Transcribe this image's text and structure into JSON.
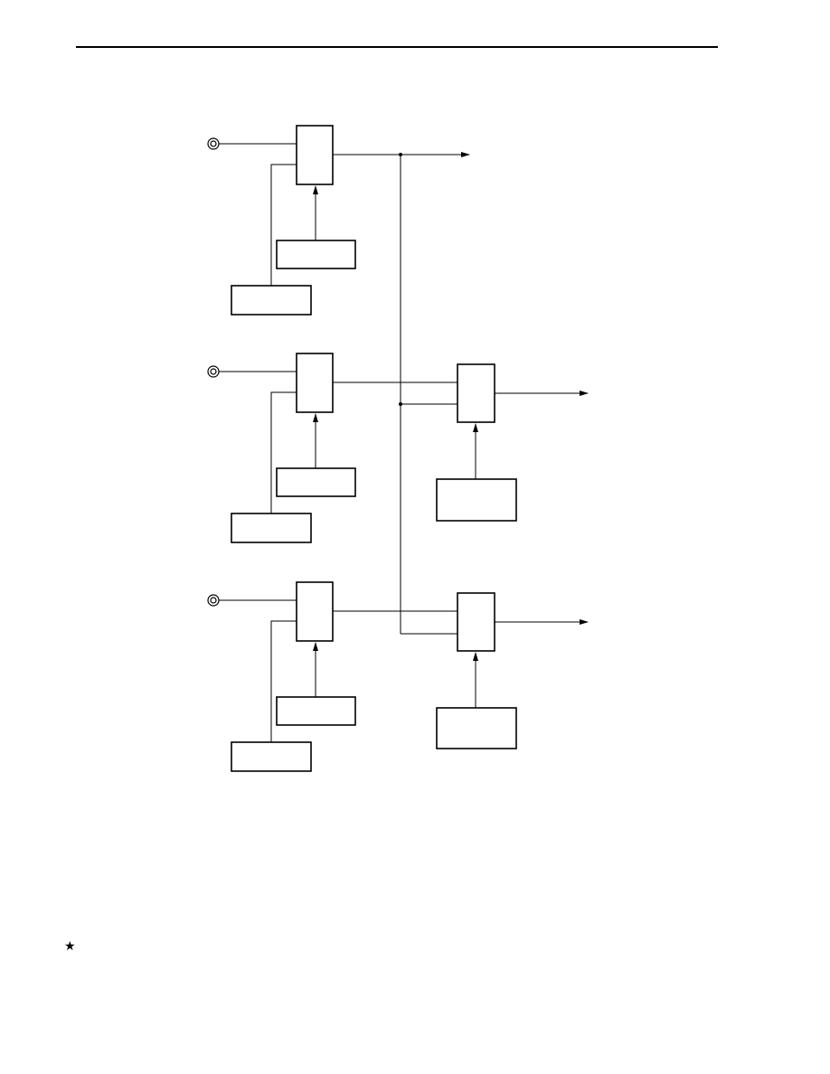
{
  "page": {
    "background": "#ffffff",
    "line_color": "#000000"
  },
  "diagram": {
    "channels": [
      {
        "id": "channel-1",
        "input_terminal": "double-circle-terminal",
        "block": "block",
        "upper_box": "box",
        "lower_box": "box"
      },
      {
        "id": "channel-2",
        "input_terminal": "double-circle-terminal",
        "block": "block",
        "upper_box": "box",
        "lower_box": "box"
      },
      {
        "id": "channel-3",
        "input_terminal": "double-circle-terminal",
        "block": "block",
        "upper_box": "box",
        "lower_box": "box"
      }
    ],
    "combiners": [
      {
        "id": "combiner-1",
        "block": "block",
        "control_box": "box"
      },
      {
        "id": "combiner-2",
        "block": "block",
        "control_box": "box"
      }
    ],
    "outputs": [
      "arrow-right-icon",
      "arrow-right-icon",
      "arrow-right-icon"
    ]
  },
  "margin_mark": {
    "glyph": "★",
    "icon": "star-icon"
  }
}
